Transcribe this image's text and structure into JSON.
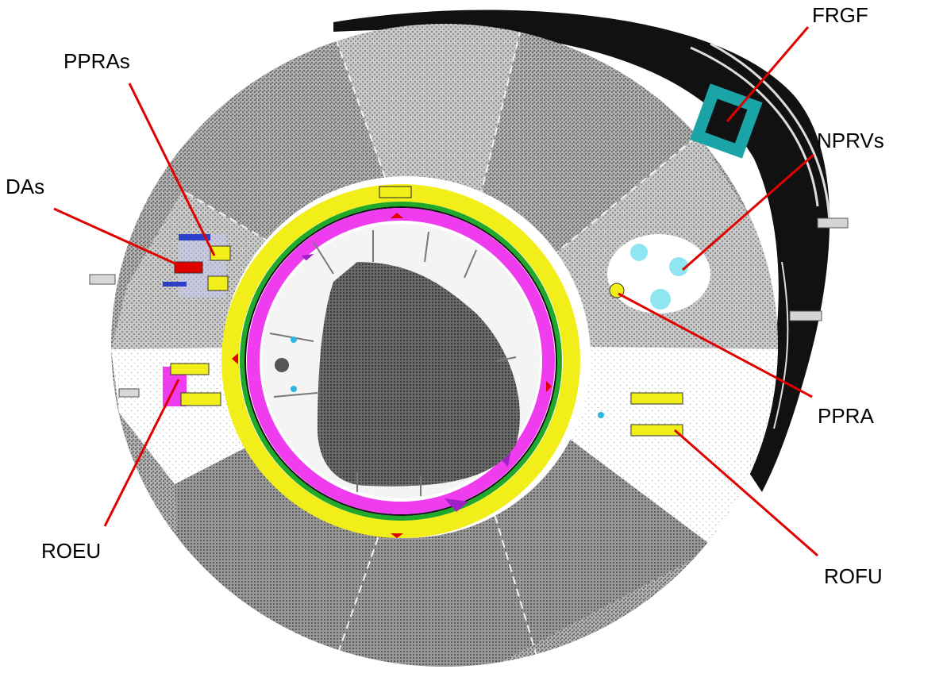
{
  "callouts": {
    "ppras": "PPRAs",
    "das": "DAs",
    "roeu": "ROEU",
    "frgf": "FRGF",
    "nprvs": "NPRVs",
    "ppra": "PPRA",
    "rofu": "ROFU"
  },
  "colors": {
    "leader_line": "#e00000",
    "shell_light": "#b8b8b8",
    "shell_mid": "#9c9c9c",
    "shell_dark": "#8a8a8a",
    "ring_yellow": "#f2ee1a",
    "ring_green": "#1fa82a",
    "ring_magenta": "#ee3cee",
    "nprv_cyan": "#8fe6f0",
    "hatch_black": "#111111"
  }
}
